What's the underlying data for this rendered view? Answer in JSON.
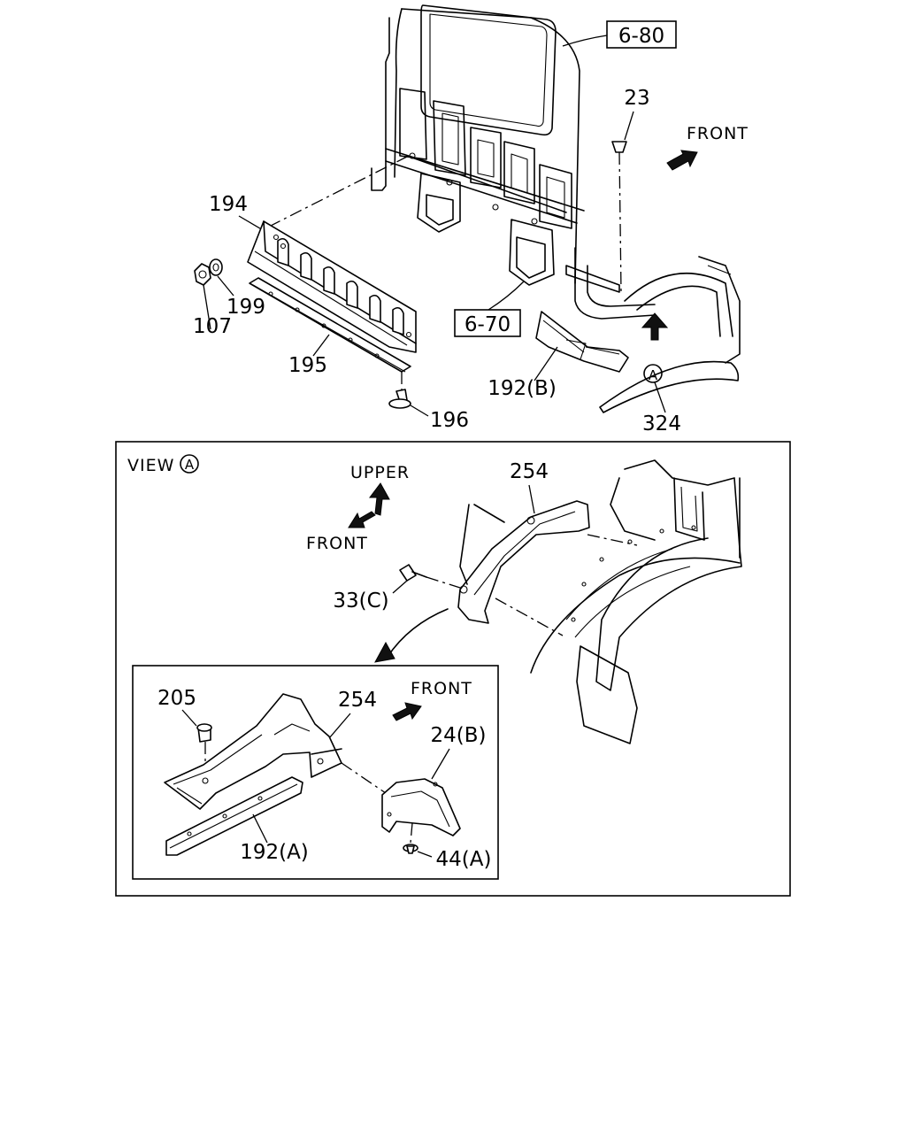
{
  "labels": {
    "ref_6_80": "6-80",
    "ref_6_70": "6-70",
    "p23": "23",
    "front_top": "FRONT",
    "p194": "194",
    "p199": "199",
    "p107": "107",
    "p195": "195",
    "p196": "196",
    "p192b": "192(B)",
    "p324": "324",
    "circle_a": "A",
    "view_word": "VIEW",
    "view_circle_a": "A",
    "upper": "UPPER",
    "front_view": "FRONT",
    "p254_view": "254",
    "p33c": "33(C)",
    "p205": "205",
    "p254_detail": "254",
    "front_detail": "FRONT",
    "p24b": "24(B)",
    "p192a": "192(A)",
    "p44a": "44(A)"
  }
}
